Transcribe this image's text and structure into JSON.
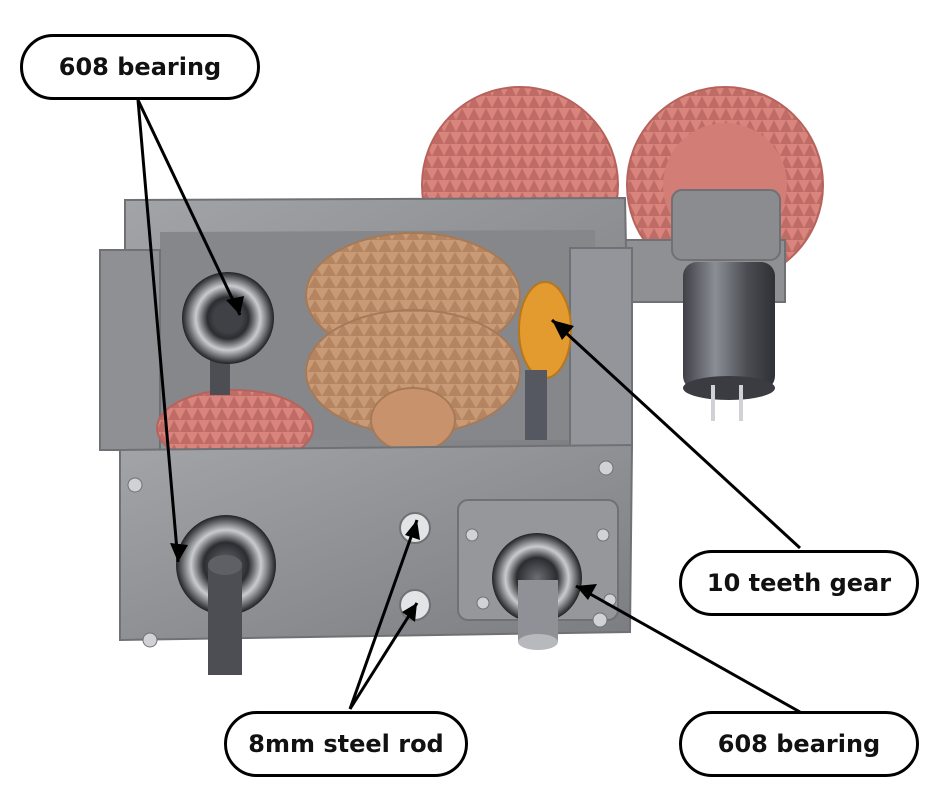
{
  "callouts": {
    "top_left_bearing": "608 bearing",
    "gear_10_teeth": "10 teeth gear",
    "steel_rod": "8mm steel rod",
    "bottom_right_bearing": "608 bearing"
  },
  "colors": {
    "housing": "#8e9094",
    "housing_dark": "#6f7175",
    "gear_pink": "#d9857e",
    "gear_tan": "#c99a76",
    "gear_orange": "#e39a2f",
    "motor_metal": "#5c5f66",
    "arrow": "#000000"
  }
}
